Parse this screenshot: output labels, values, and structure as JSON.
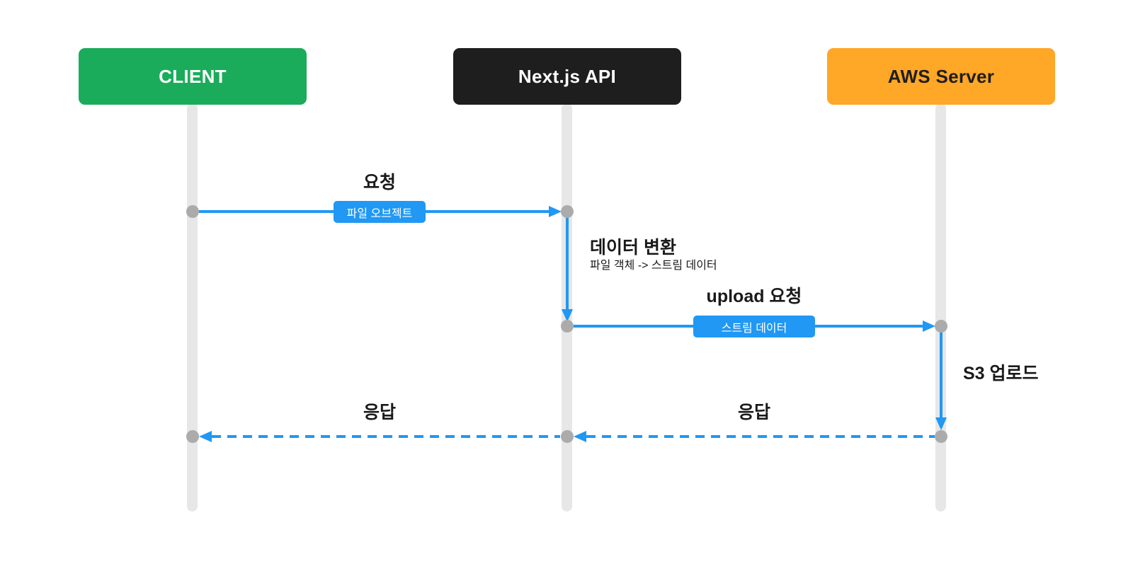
{
  "colors": {
    "client": "#1BAC5B",
    "api": "#1E1E1E",
    "aws": "#FFA726",
    "blue": "#2098F4",
    "lifeline": "#E7E7E7",
    "node": "#ABABAB",
    "text": "#1A1A1A",
    "bg": "#FFFFFF"
  },
  "actors": [
    {
      "label": "CLIENT"
    },
    {
      "label": "Next.js API"
    },
    {
      "label": "AWS Server"
    }
  ],
  "messages": {
    "request": {
      "label": "요청",
      "badge": "파일 오브젝트",
      "from": "CLIENT",
      "to": "Next.js API",
      "style": "solid"
    },
    "transform": {
      "title": "데이터 변환",
      "subtitle": "파일 객체 -> 스트림 데이터"
    },
    "upload": {
      "label": "upload 요청",
      "badge": "스트림 데이터",
      "from": "Next.js API",
      "to": "AWS Server",
      "style": "solid"
    },
    "s3_upload": {
      "label": "S3 업로드"
    },
    "response_to_api": {
      "label": "응답",
      "from": "AWS Server",
      "to": "Next.js API",
      "style": "dashed"
    },
    "response_to_client": {
      "label": "응답",
      "from": "Next.js API",
      "to": "CLIENT",
      "style": "dashed"
    }
  }
}
